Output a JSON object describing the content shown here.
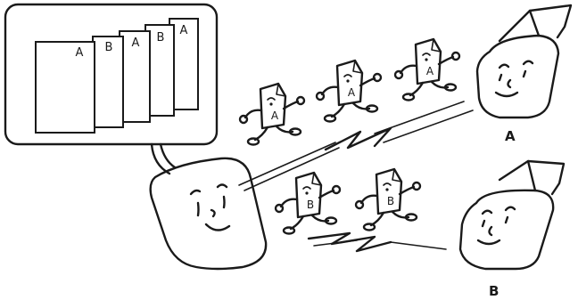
{
  "bubble": {
    "page_letters": [
      "A",
      "B",
      "A",
      "B",
      "A"
    ]
  },
  "printers": {
    "a_label": "A",
    "b_label": "B"
  },
  "packets": {
    "upper_letter": "A",
    "lower_letter": "B"
  },
  "colors": {
    "ink": "#1a1a1a",
    "paper": "#ffffff"
  }
}
